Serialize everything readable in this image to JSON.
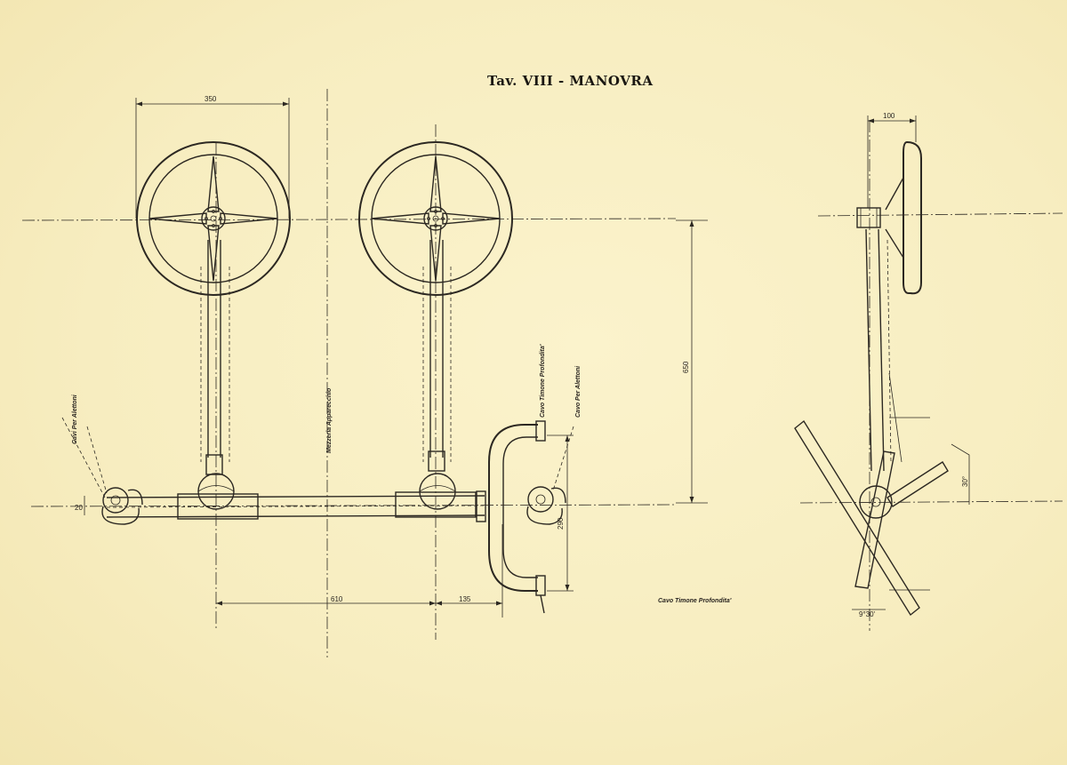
{
  "title": "Tav. VIII - MANOVRA",
  "dimensions": {
    "wheel_diameter": "350",
    "side_offset": "100",
    "column_height": "650",
    "wheel_spacing": "610",
    "second_offset": "135",
    "handle_height": "290",
    "left_small": "20",
    "angle_top": "30°",
    "angle_bottom": "9°30'"
  },
  "labels": {
    "cavi_alettoni_left": "Cavi Per Alettoni",
    "mezzeria": "Mezzeria Apparecchio",
    "cavo_timone": "Cavo Timone Profondita'",
    "cavo_alettoni_right": "Cavo Per Alettoni",
    "cavo_timone_bottom": "Cavo Timone Profondita'"
  },
  "colors": {
    "paper": "#f8eebf",
    "ink": "#2c2822"
  }
}
